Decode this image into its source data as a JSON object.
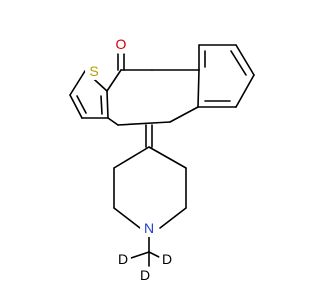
{
  "molecule": {
    "atoms": {
      "carbonyl_oxygen": "O",
      "thiophene_sulfur": "S",
      "piperidine_nitrogen": "N",
      "deuterium_1": "D",
      "deuterium_2": "D",
      "deuterium_3": "D"
    },
    "colors": {
      "bond": "#000000",
      "oxygen": "#d40000",
      "sulfur": "#b3a100",
      "nitrogen": "#1f3fd6",
      "deuterium": "#000000"
    }
  }
}
